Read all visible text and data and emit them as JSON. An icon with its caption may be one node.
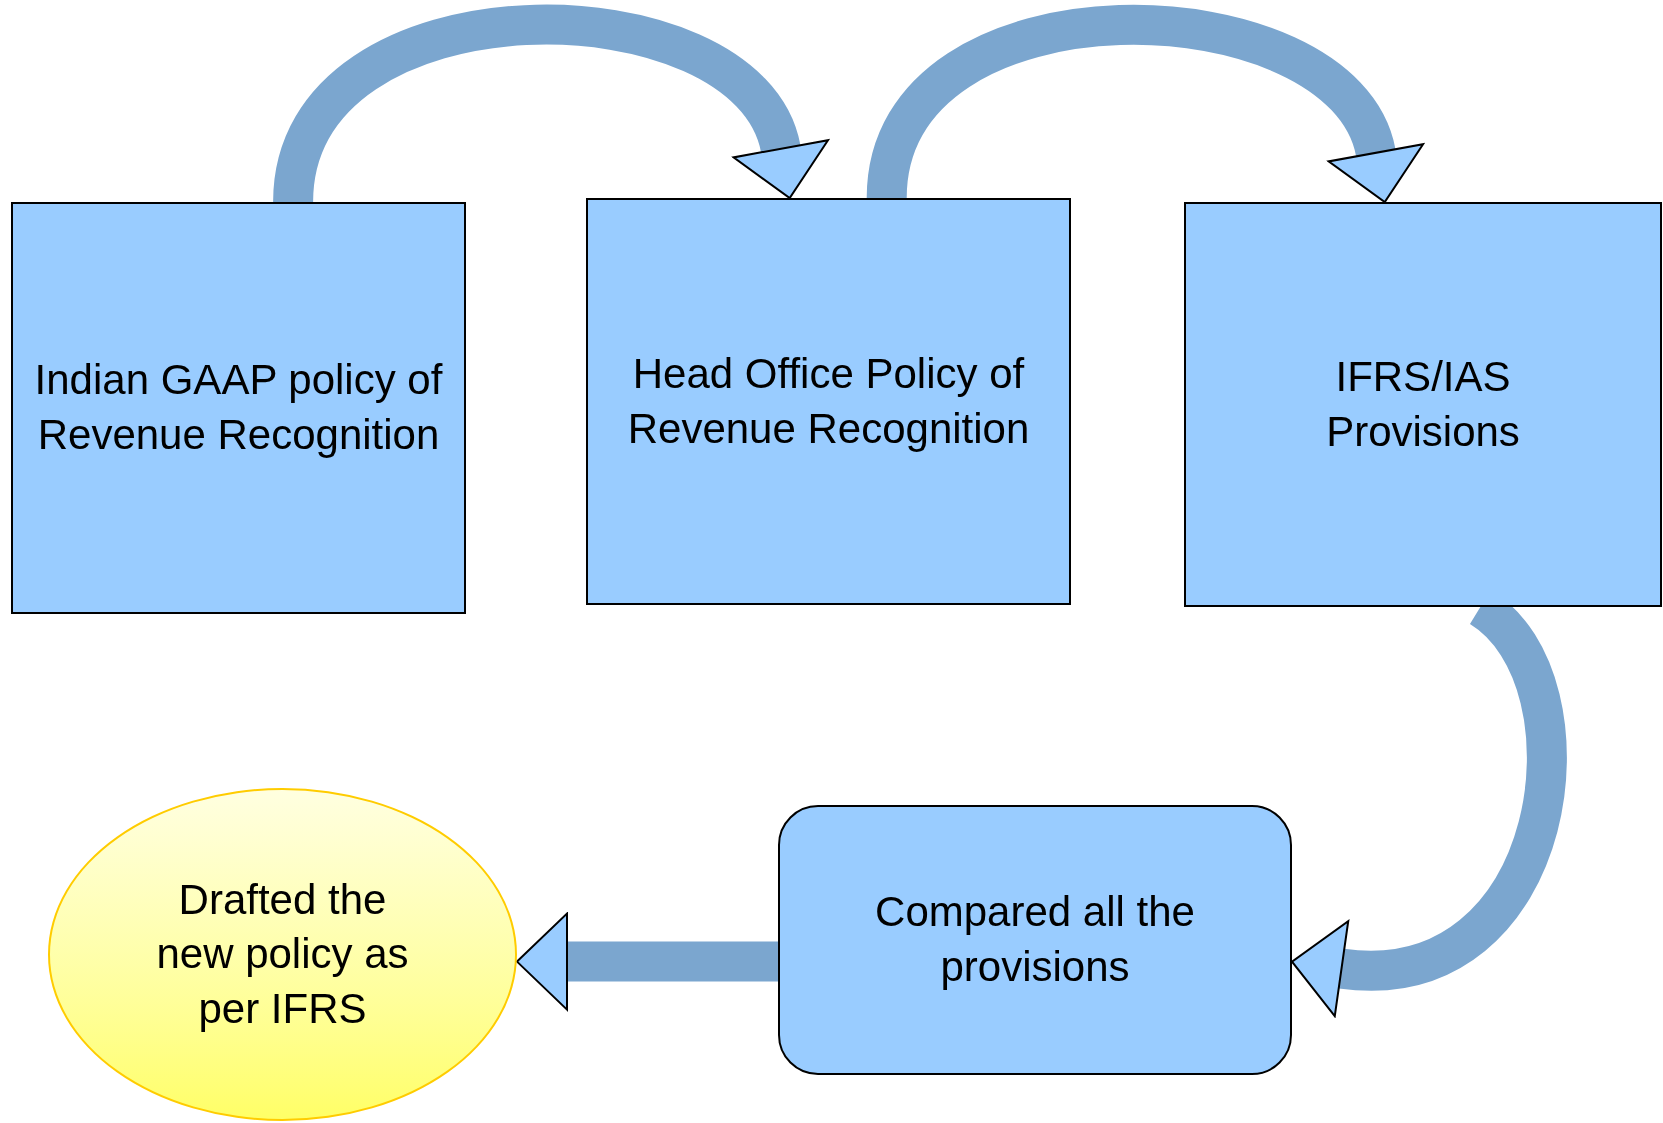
{
  "diagram": {
    "nodes": [
      {
        "text": [
          "Indian GAAP policy of Revenue Recognition"
        ]
      },
      {
        "text": [
          "Head Office Policy of Revenue Recognition"
        ]
      },
      {
        "text": [
          "IFRS/IAS Provisions"
        ]
      },
      {
        "text": [
          "Compared all the provisions"
        ]
      },
      {
        "text": [
          "Drafted the new policy as per IFRS"
        ]
      }
    ],
    "edges": [
      {
        "from": 0,
        "to": 1,
        "arrow": "to"
      },
      {
        "from": 1,
        "to": 2,
        "arrow": "to"
      },
      {
        "from": 2,
        "to": 3,
        "arrow": "to"
      },
      {
        "from": 3,
        "to": 4,
        "arrow": "to"
      }
    ]
  }
}
